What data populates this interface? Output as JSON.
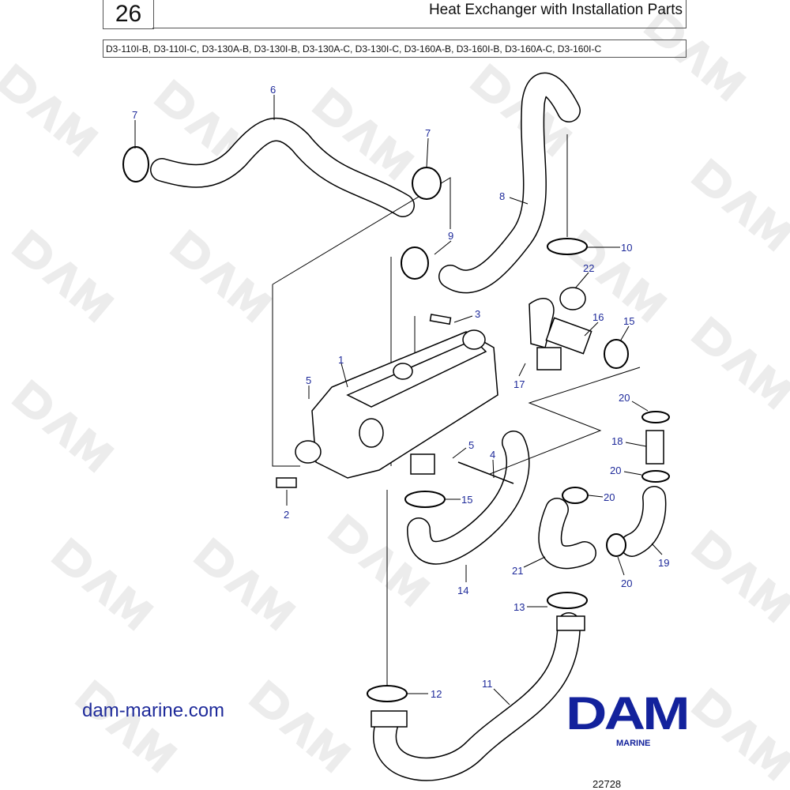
{
  "header": {
    "section_number": "26",
    "title": "Heat Exchanger with Installation Parts"
  },
  "models": "D3-110I-B, D3-110I-C, D3-130A-B, D3-130I-B, D3-130A-C, D3-130I-C, D3-160A-B, D3-160I-B, D3-160A-C, D3-160I-C",
  "callouts": [
    "6",
    "7",
    "7",
    "8",
    "9",
    "10",
    "22",
    "3",
    "16",
    "15",
    "1",
    "5",
    "17",
    "20",
    "18",
    "5",
    "4",
    "20",
    "15",
    "20",
    "2",
    "19",
    "21",
    "14",
    "20",
    "13",
    "11",
    "12"
  ],
  "watermark": "DAM",
  "website": "dam-marine.com",
  "logo": {
    "name": "DAM",
    "sub": "MARINE"
  },
  "figure_number": "22728",
  "colors": {
    "callout": "#1e2a9a",
    "logo": "#13229c"
  }
}
